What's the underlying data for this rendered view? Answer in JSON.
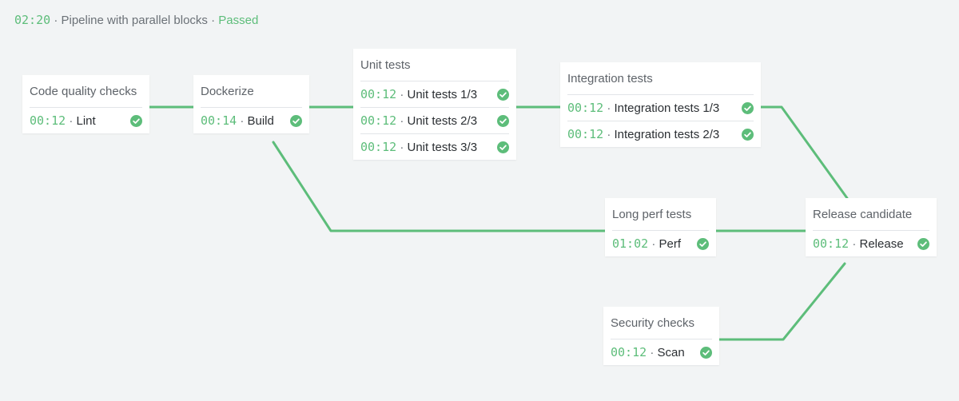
{
  "header": {
    "duration": "02:20",
    "title": "Pipeline with parallel blocks",
    "status": "Passed",
    "separator": "·"
  },
  "colors": {
    "accent": "#5dbd7a",
    "background": "#f2f4f5",
    "card": "#ffffff"
  },
  "blocks": [
    {
      "title": "Code quality checks",
      "steps": [
        {
          "duration": "00:12",
          "name": "Lint"
        }
      ]
    },
    {
      "title": "Dockerize",
      "steps": [
        {
          "duration": "00:14",
          "name": "Build"
        }
      ]
    },
    {
      "title": "Unit tests",
      "steps": [
        {
          "duration": "00:12",
          "name": "Unit tests 1/3"
        },
        {
          "duration": "00:12",
          "name": "Unit tests 2/3"
        },
        {
          "duration": "00:12",
          "name": "Unit tests 3/3"
        }
      ]
    },
    {
      "title": "Integration tests",
      "steps": [
        {
          "duration": "00:12",
          "name": "Integration tests 1/3"
        },
        {
          "duration": "00:12",
          "name": "Integration tests 2/3"
        }
      ]
    },
    {
      "title": "Long perf tests",
      "steps": [
        {
          "duration": "01:02",
          "name": "Perf"
        }
      ]
    },
    {
      "title": "Release candidate",
      "steps": [
        {
          "duration": "00:12",
          "name": "Release"
        }
      ]
    },
    {
      "title": "Security checks",
      "steps": [
        {
          "duration": "00:12",
          "name": "Scan"
        }
      ]
    }
  ]
}
